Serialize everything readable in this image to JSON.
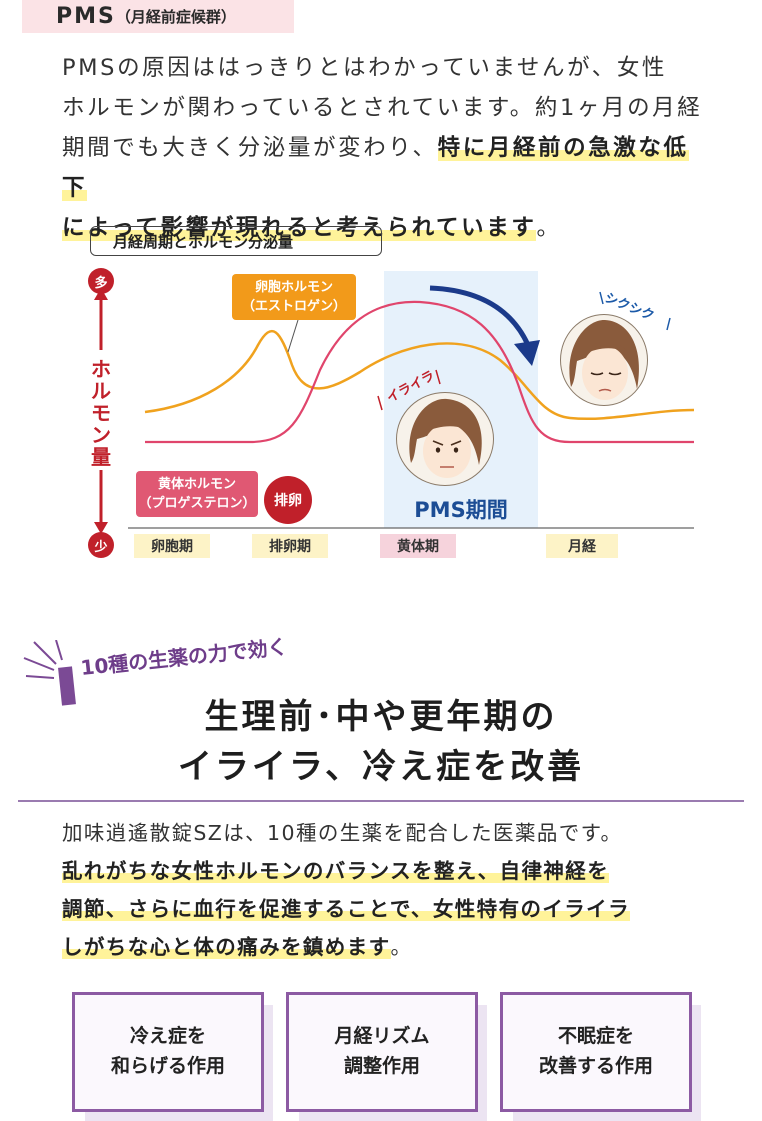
{
  "pms_tag": {
    "main": "PMS",
    "sub": "（月経前症候群）"
  },
  "intro": {
    "line1": "PMSの原因ははっきりとはわかっていませんが、女性",
    "line2": "ホルモンが関わっているとされています。約1ヶ月の月経",
    "line3_plain": "期間でも大きく分泌量が変わり、",
    "line3_hl": "特に月経前の急激な低下",
    "line4_hl": "によって影響が現れると考えられています",
    "line4_tail": "。"
  },
  "diagram": {
    "title": "月経周期とホルモン分泌量",
    "y_top": "多",
    "y_bottom": "少",
    "y_label": [
      "ホ",
      "ル",
      "モ",
      "ン",
      "量"
    ],
    "estrogen_label": [
      "卵胞ホルモン",
      "（エストロゲン）"
    ],
    "progesterone_label": [
      "黄体ホルモン",
      "（プロゲステロン）"
    ],
    "ovulation": "排卵",
    "pms_period": "PMS期間",
    "irritation": "イライラ",
    "sob": "シクシク",
    "phases": [
      "卵胞期",
      "排卵期",
      "黄体期",
      "月経"
    ],
    "colors": {
      "estrogen": "#f0a21e",
      "progesterone": "#e0456c",
      "arrow": "#1b3a8a",
      "pms_zone": "#e6f1fb"
    }
  },
  "section2": {
    "sub": "10種の生薬の力で効く",
    "heading1": "生理前･中や更年期の",
    "heading2": "イライラ、冷え症を改善"
  },
  "body2": {
    "line1": "加味逍遙散錠SZは、10種の生薬を配合した医薬品です。",
    "line2_hl": "乱れがちな女性ホルモンのバランスを整え、自律神経を",
    "line3_hl": "調節、さらに血行を促進することで、女性特有のイライラ",
    "line4_hl": "しがちな心と体の痛みを鎮めます",
    "line4_tail": "。"
  },
  "effects": [
    {
      "label": "冷え症を\n和らげる作用"
    },
    {
      "label": "月経リズム\n調整作用"
    },
    {
      "label": "不眠症を\n改善する作用"
    }
  ]
}
